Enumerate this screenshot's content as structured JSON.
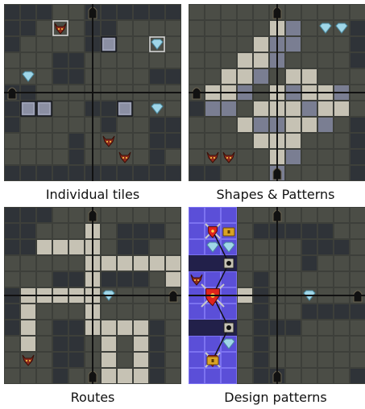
{
  "figure": {
    "captions": {
      "individual_tiles": "Individual tiles",
      "shapes_patterns": "Shapes & Patterns",
      "routes": "Routes",
      "design_patterns": "Design patterns"
    }
  },
  "grid": {
    "rows": 11,
    "cols": 11
  },
  "colors": {
    "floor": "#4b4d46",
    "wall": "#2f3338",
    "route": "#c6c2b4",
    "block": "#8b8fa3",
    "purple_zone": "#5b4fd8",
    "lines": "#111111"
  },
  "icons": {
    "door": "door-icon",
    "gem": "gem-icon",
    "monster": "monster-icon",
    "chest": "treasure-chest-icon",
    "shield": "shield-sword-icon",
    "lock": "lock-icon"
  }
}
